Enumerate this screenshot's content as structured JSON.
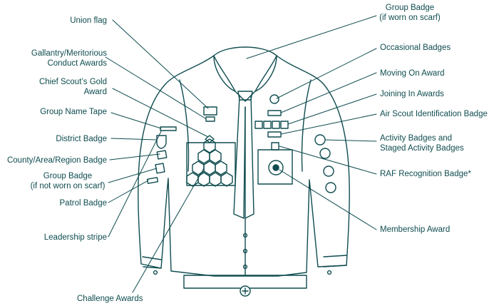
{
  "labels": {
    "union_flag": "Union flag",
    "gallantry_l1": "Gallantry/Meritorious",
    "gallantry_l2": "Conduct Awards",
    "chief_scout_l1": "Chief Scout’s Gold",
    "chief_scout_l2": "Award",
    "group_name_tape": "Group Name Tape",
    "district_badge": "District Badge",
    "county_badge": "County/Area/Region Badge",
    "group_badge_left_l1": "Group Badge",
    "group_badge_left_l2": "(if not worn on scarf)",
    "patrol_badge": "Patrol Badge",
    "leadership_stripe": "Leadership stripe",
    "challenge_awards": "Challenge Awards",
    "group_badge_scarf_l1": "Group Badge",
    "group_badge_scarf_l2": "(if worn on scarf)",
    "occasional_badges": "Occasional Badges",
    "moving_on_award": "Moving On Award",
    "joining_in_awards": "Joining In Awards",
    "air_scout_id_badge": "Air Scout Identification Badge",
    "activity_badges_l1": "Activity Badges and",
    "activity_badges_l2": "Staged Activity Badges",
    "raf_recognition_badge": "RAF Recognition Badge*",
    "membership_award": "Membership Award"
  },
  "colors": {
    "ink": "#0f4c4f",
    "background": "#ffffff"
  }
}
